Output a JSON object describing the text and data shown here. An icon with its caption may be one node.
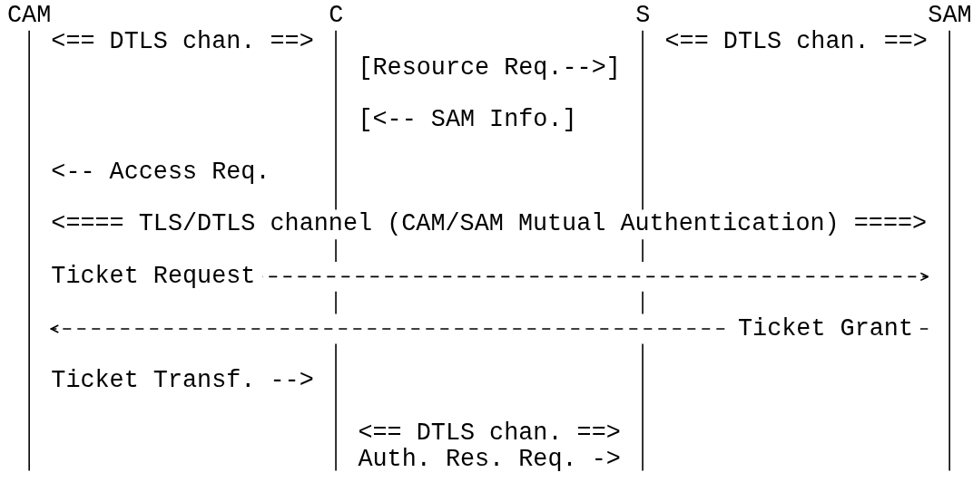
{
  "diagram": {
    "nodes": [
      {
        "text": [
          "CAM"
        ]
      },
      {
        "text": [
          "C"
        ]
      },
      {
        "text": [
          "S"
        ]
      },
      {
        "text": [
          "SAM"
        ]
      }
    ],
    "edges": [
      {
        "from": 0,
        "to": 3,
        "arrow": "to",
        "label": "Ticket Request",
        "style": "dashed"
      },
      {
        "from": 3,
        "to": 0,
        "arrow": "to",
        "label": "Ticket Grant",
        "style": "dashed"
      }
    ],
    "labels": [
      "<== DTLS chan. ==>",
      "<== DTLS chan. ==>",
      "[Resource Req.-->]",
      "[<-- SAM Info.]",
      "<-- Access Req.",
      "<==== TLS/DTLS channel (CAM/SAM Mutual Authentication) ====>",
      "Ticket Transf. -->",
      "<== DTLS chan. ==>",
      "Auth. Res. Req. ->"
    ]
  }
}
